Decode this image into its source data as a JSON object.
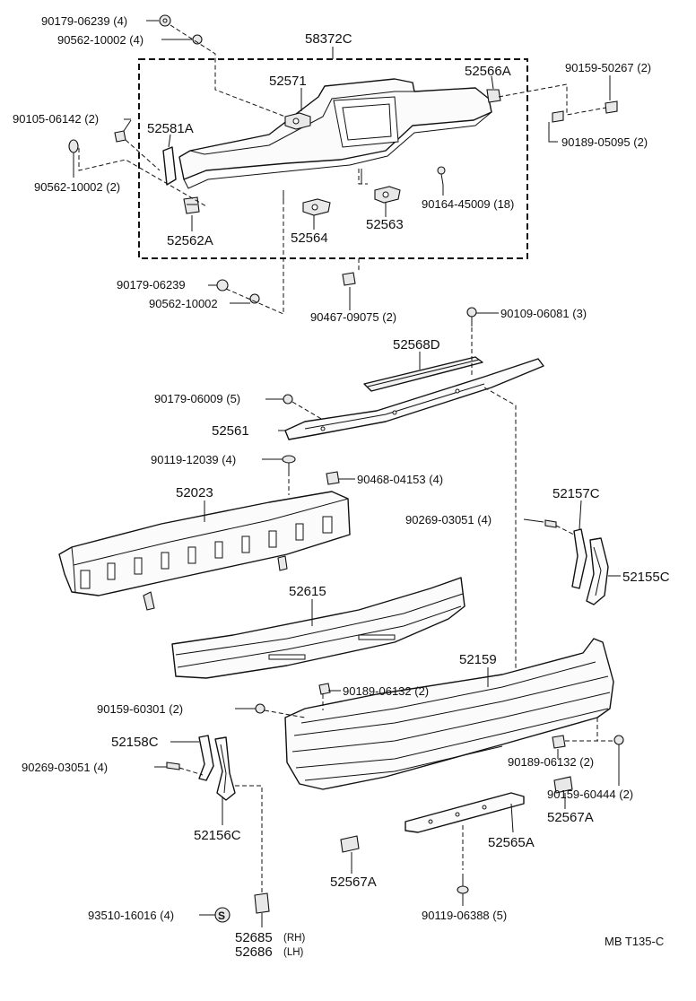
{
  "diagram_code": "MB  T135-C",
  "labels": {
    "p90179_06239_4": "90179-06239 (4)",
    "p90562_10002_4": "90562-10002 (4)",
    "p58372C": "58372C",
    "p52571": "52571",
    "p52566A": "52566A",
    "p90159_50267_2": "90159-50267 (2)",
    "p90105_06142_2": "90105-06142 (2)",
    "p52581A": "52581A",
    "p90189_05095_2": "90189-05095 (2)",
    "p90562_10002_2": "90562-10002 (2)",
    "p90164_45009_18": "90164-45009 (18)",
    "p52562A": "52562A",
    "p52564": "52564",
    "p52563": "52563",
    "p90179_06239": "90179-06239",
    "p90562_10002": "90562-10002",
    "p90467_09075_2": "90467-09075 (2)",
    "p90109_06081_3": "90109-06081 (3)",
    "p52568D": "52568D",
    "p90179_06009_5": "90179-06009 (5)",
    "p52561": "52561",
    "p90119_12039_4": "90119-12039 (4)",
    "p90468_04153_4": "90468-04153 (4)",
    "p52023": "52023",
    "p52157C": "52157C",
    "p90269_03051_4_r": "90269-03051 (4)",
    "p52155C": "52155C",
    "p52615": "52615",
    "p52159": "52159",
    "p90159_60301_2": "90159-60301 (2)",
    "p90189_06132_2_top": "90189-06132 (2)",
    "p52158C": "52158C",
    "p90269_03051_4_l": "90269-03051 (4)",
    "p90189_06132_2_r": "90189-06132 (2)",
    "p90159_60444_2": "90159-60444 (2)",
    "p52156C": "52156C",
    "p52567A_r": "52567A",
    "p52565A": "52565A",
    "p52567A_l": "52567A",
    "p93510_16016_4": "93510-16016 (4)",
    "p90119_06388_5": "90119-06388 (5)",
    "p52685": "52685",
    "p52685_side": "(RH)",
    "p52686": "52686",
    "p52686_side": "(LH)",
    "s_mark": "S"
  }
}
